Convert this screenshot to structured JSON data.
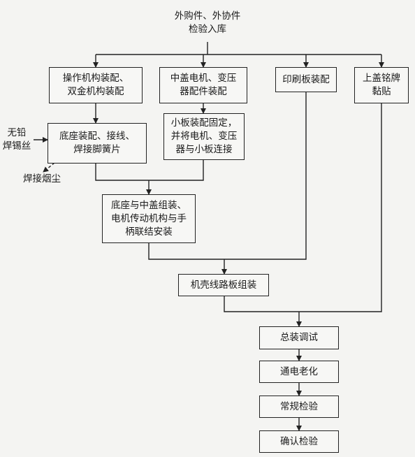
{
  "nodes": {
    "incoming": [
      "外购件、外协件",
      "检验入库"
    ],
    "mechanism_assembly": [
      "操作机构装配、",
      "双金机构装配"
    ],
    "motor_transformer": [
      "中盖电机、变压",
      "器配件装配"
    ],
    "pcb_assembly": [
      "印刷板装配"
    ],
    "nameplate": [
      "上盖铭牌",
      "黏贴"
    ],
    "small_board": [
      "小板装配固定，",
      "并将电机、变压",
      "器与小板连接"
    ],
    "base_assembly": [
      "底座装配、接线、",
      "焊接脚簧片"
    ],
    "base_cover": [
      "底座与中盖组装、",
      "电机传动机构与手",
      "柄联结安装"
    ],
    "housing_pcb": [
      "机壳线路板组装"
    ],
    "final_debug": [
      "总装调试"
    ],
    "aging": [
      "通电老化"
    ],
    "routine_check": [
      "常规检验"
    ],
    "confirm_check": [
      "确认检验"
    ]
  },
  "inputs": {
    "solder_wire": [
      "无铅",
      "焊锡丝"
    ]
  },
  "outputs": {
    "welding_fume": [
      "焊接烟尘"
    ]
  }
}
